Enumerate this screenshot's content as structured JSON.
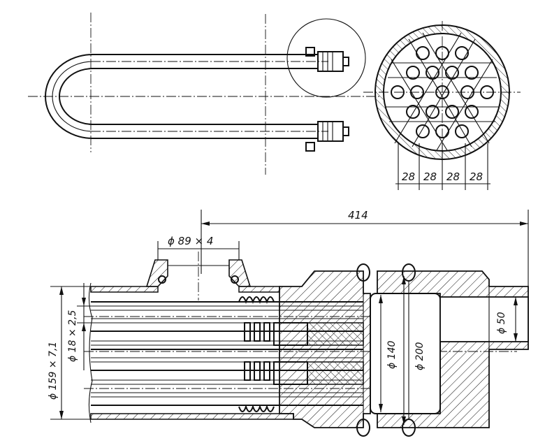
{
  "drawing": {
    "dimensions": {
      "tube_pitch": "28",
      "overall_length": "414",
      "nozzle": "ϕ 89 × 4",
      "shell": "ϕ 159 × 7,1",
      "inner_tube": "ϕ 18 × 2,5",
      "flange_bore": "ϕ 140",
      "flange_outer": "ϕ 200",
      "outlet": "ϕ 50"
    }
  }
}
